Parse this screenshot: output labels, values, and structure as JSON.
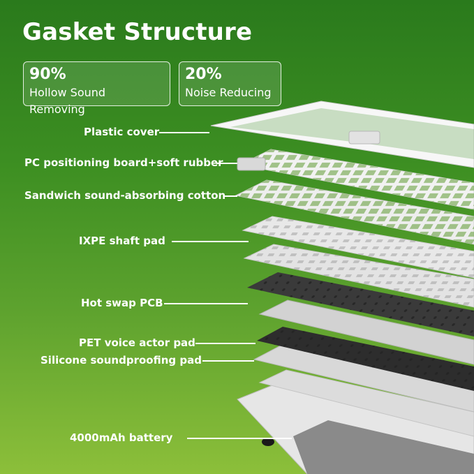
{
  "title": "Gasket Structure",
  "stats": [
    {
      "value": "90%",
      "label": "Hollow Sound Removing"
    },
    {
      "value": "20%",
      "label": "Noise Reducing"
    }
  ],
  "layers": [
    "Plastic cover",
    "PC positioning board+soft rubber",
    "Sandwich sound-absorbing cotton",
    "IXPE shaft pad",
    "Hot swap PCB",
    "PET voice actor pad",
    "Silicone soundproofing pad",
    "4000mAh battery"
  ],
  "colors": {
    "background_top": "#2a7a1c",
    "background_bottom": "#8cbf3a",
    "text": "#ffffff"
  }
}
